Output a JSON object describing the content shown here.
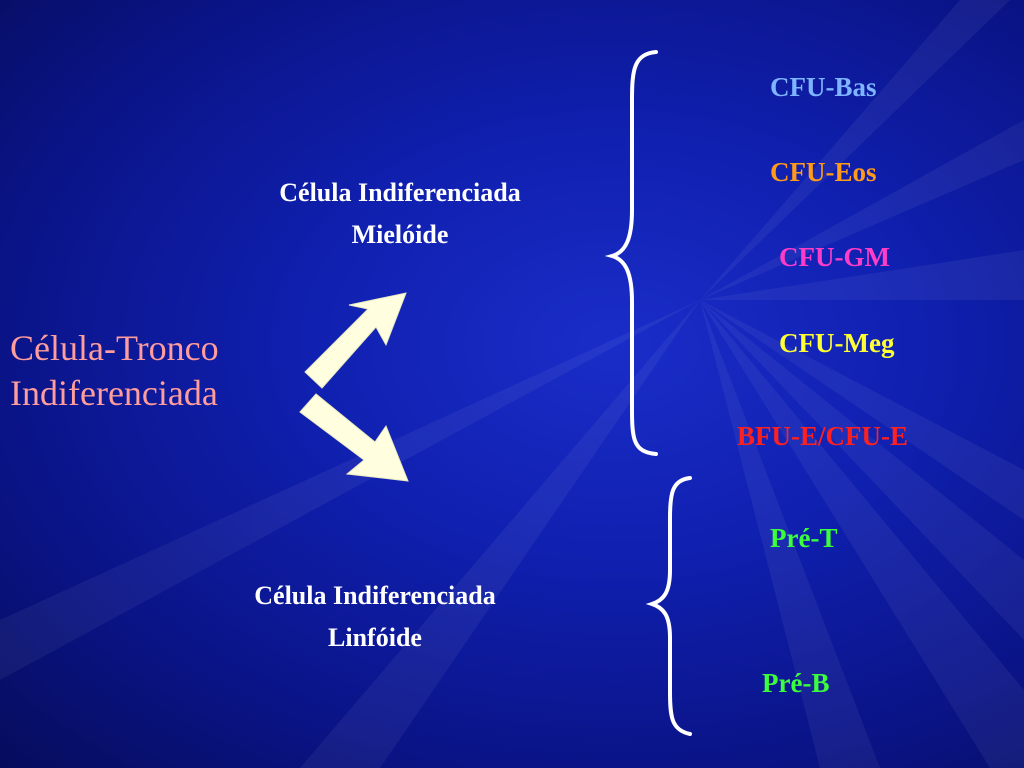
{
  "stem_cell": {
    "line1": "Célula-Tronco",
    "line2": "Indiferenciada",
    "color": "#ff9c9c"
  },
  "myeloid": {
    "line1": "Célula Indiferenciada",
    "line2": "Mielóide"
  },
  "lymphoid": {
    "line1": "Célula Indiferenciada",
    "line2": "Linfóide"
  },
  "myeloid_progenitors": [
    {
      "label": "CFU-Bas",
      "color": "#7fb4ff"
    },
    {
      "label": "CFU-Eos",
      "color": "#ff9a1a"
    },
    {
      "label": "CFU-GM",
      "color": "#ff3cc8"
    },
    {
      "label": "CFU-Meg",
      "color": "#ffff33"
    },
    {
      "label": "BFU-E/CFU-E",
      "color": "#ff2020"
    }
  ],
  "lymphoid_progenitors": [
    {
      "label": "Pré-T",
      "color": "#3cff3c"
    },
    {
      "label": "Pré-B",
      "color": "#3cff3c"
    }
  ],
  "colors": {
    "arrow": "#ffffe0",
    "brace": "#ffffff",
    "background": "#1020b0"
  }
}
